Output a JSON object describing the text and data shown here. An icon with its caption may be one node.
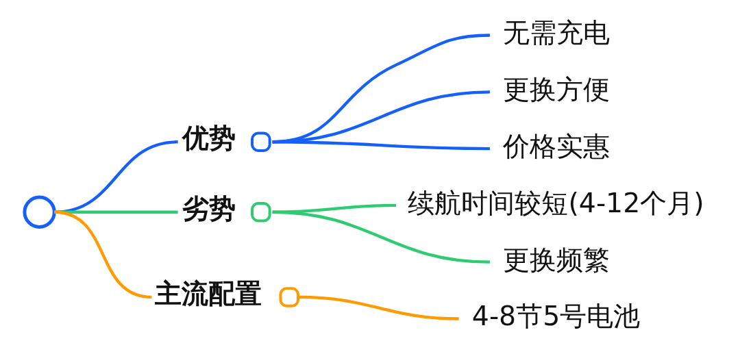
{
  "diagram": {
    "nodes": [
      {
        "text": [],
        "shape": "circle"
      },
      {
        "text": [
          "优势"
        ]
      },
      {
        "text": [
          "无需充电"
        ]
      },
      {
        "text": [
          "更换方便"
        ]
      },
      {
        "text": [
          "价格实惠"
        ]
      },
      {
        "text": [
          "劣势"
        ]
      },
      {
        "text": [
          "续航时间较短(4-12个月)"
        ]
      },
      {
        "text": [
          "更换频繁"
        ]
      },
      {
        "text": [
          "主流配置"
        ]
      },
      {
        "text": [
          "4-8节5号电池"
        ]
      }
    ],
    "edges": [
      {
        "from": 0,
        "to": 1,
        "arrow": "none"
      },
      {
        "from": 1,
        "to": 2,
        "arrow": "none"
      },
      {
        "from": 1,
        "to": 3,
        "arrow": "none"
      },
      {
        "from": 1,
        "to": 4,
        "arrow": "none"
      },
      {
        "from": 0,
        "to": 5,
        "arrow": "none",
        "color": "#2ecc71"
      },
      {
        "from": 5,
        "to": 6,
        "arrow": "none",
        "color": "#2ecc71"
      },
      {
        "from": 5,
        "to": 7,
        "arrow": "none",
        "color": "#2ecc71"
      },
      {
        "from": 0,
        "to": 8,
        "arrow": "none",
        "color": "#ff9a00"
      },
      {
        "from": 8,
        "to": 9,
        "arrow": "none",
        "color": "#ff9a00"
      }
    ]
  }
}
